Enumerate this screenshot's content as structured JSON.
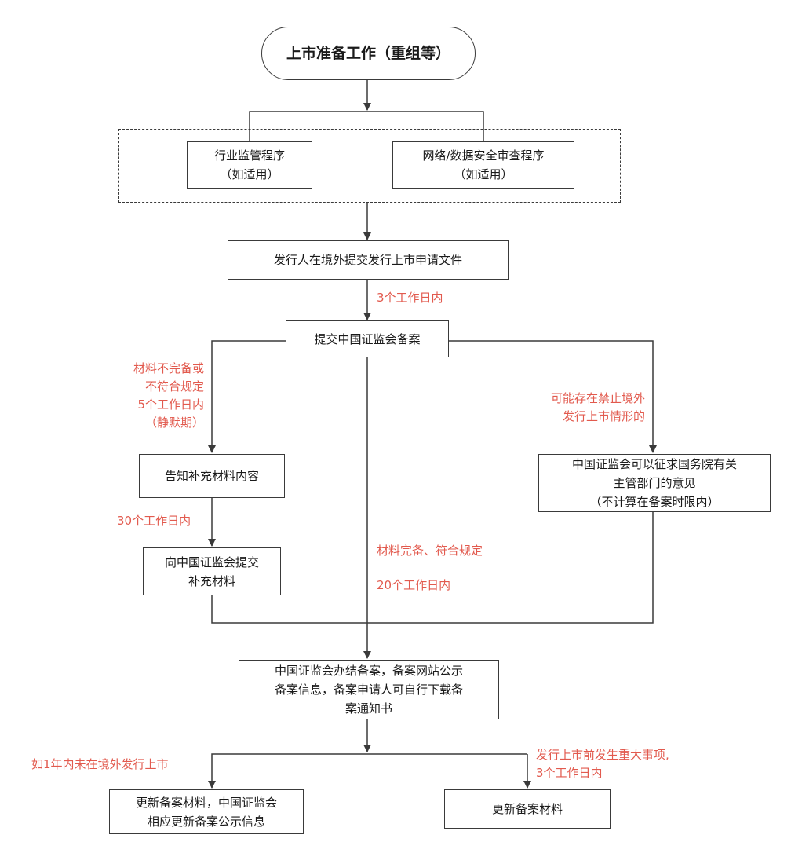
{
  "colors": {
    "line": "#3a3a3a",
    "note_text": "#e25a4e",
    "box_border": "#3a3a3a"
  },
  "nodes": {
    "start": "上市准备工作（重组等）",
    "industry_review": [
      "行业监管程序",
      "（如适用）"
    ],
    "security_review": [
      "网络/数据安全审查程序",
      "（如适用）"
    ],
    "submit_application": "发行人在境外提交发行上市申请文件",
    "csrc_filing": "提交中国证监会备案",
    "notify_supplement": "告知补充材料内容",
    "submit_supplement": [
      "向中国证监会提交",
      "补充材料"
    ],
    "consult_state_council": [
      "中国证监会可以征求国务院有关",
      "主管部门的意见",
      "（不计算在备案时限内）"
    ],
    "filing_complete": [
      "中国证监会办结备案，备案网站公示",
      "备案信息，备案申请人可自行下载备",
      "案通知书"
    ],
    "update_and_publish": [
      "更新备案材料，中国证监会",
      "相应更新备案公示信息"
    ],
    "update_materials": "更新备案材料"
  },
  "notes": {
    "within_3_days": "3个工作日内",
    "incomplete": [
      "材料不完备或",
      "不符合规定",
      "5个工作日内",
      "（静默期）"
    ],
    "within_30_days": "30个工作日内",
    "prohibited": [
      "可能存在禁止境外",
      "发行上市情形的"
    ],
    "complete": "材料完备、符合规定",
    "within_20_days": "20个工作日内",
    "not_listed_1yr": "如1年内未在境外发行上市",
    "major_event": [
      "发行上市前发生重大事项,",
      "3个工作日内"
    ]
  }
}
